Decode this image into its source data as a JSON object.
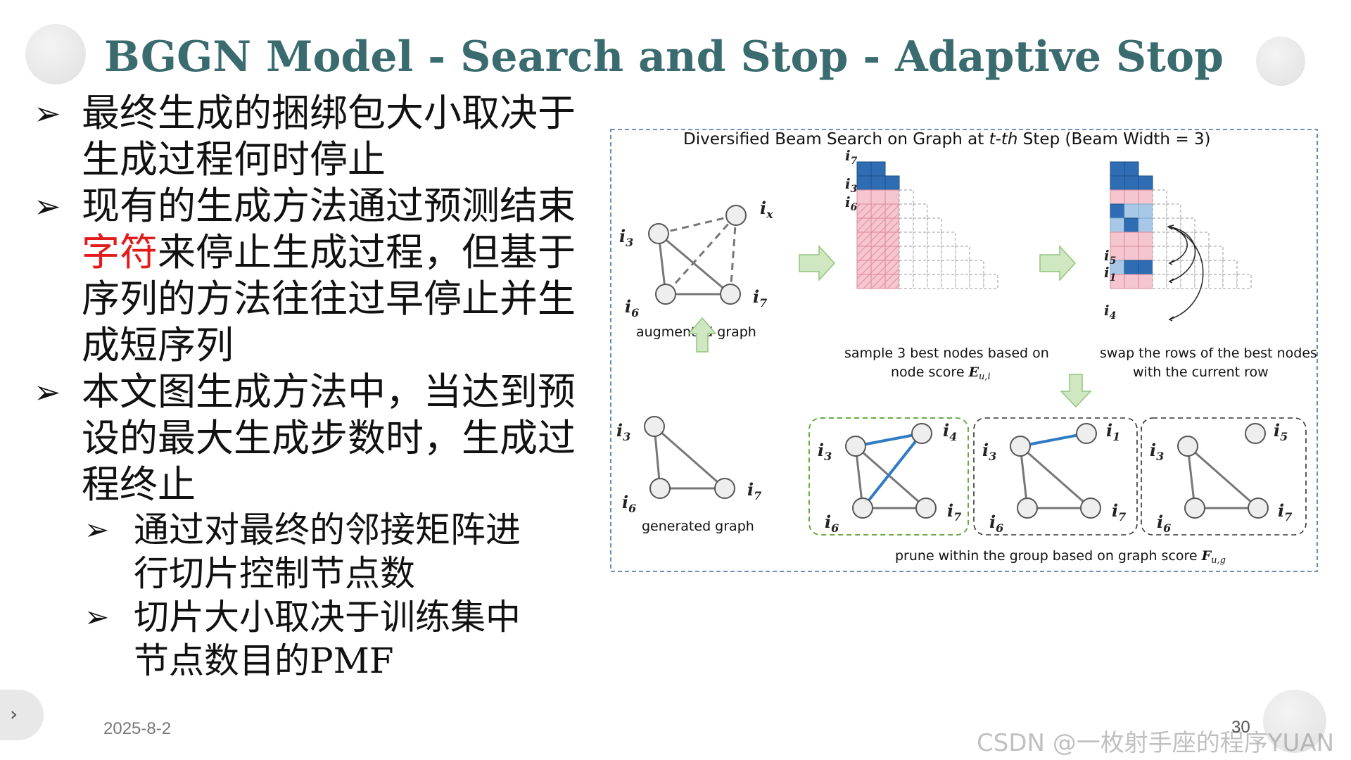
{
  "title": "BGGN Model - Search and Stop - Adaptive Stop",
  "bullets": [
    {
      "lines": [
        "最终生成的捆绑包大小取决于",
        "生成过程何时停止"
      ]
    },
    {
      "lines_pre": [
        "现有的生成方法通过预测结束"
      ],
      "red": "字符",
      "after_red": "来停止生成过程，但基于",
      "lines_post": [
        "序列的方法往往过早停止并生",
        "成短序列"
      ]
    },
    {
      "lines": [
        "本文图生成方法中，当达到预",
        "设的最大生成步数时，生成过",
        "程终止"
      ]
    }
  ],
  "sub_bullets": [
    {
      "lines": [
        "通过对最终的邻接矩阵进",
        "行切片控制节点数"
      ]
    },
    {
      "line1": "切片大小取决于训练集中",
      "line2_prefix": "节点数目的",
      "line2_latin": "PMF"
    }
  ],
  "arrow_glyph": "➢",
  "figure": {
    "header_pre": "Diversified Beam Search on Graph at ",
    "header_ital": "t-th",
    "header_post": " Step (Beam Width = 3)",
    "augmented_label": "augmented  graph",
    "generated_label": "generated graph",
    "sample_caption_1": "sample 3 best nodes based on",
    "sample_caption_2": "node score ",
    "swap_caption_1": "swap the rows of the best nodes",
    "swap_caption_2": "with the current row",
    "prune_caption": "prune within the group based on graph score ",
    "node_score_sym": "E",
    "node_score_sub": "u,i",
    "graph_score_sym": "F",
    "graph_score_sub": "u,g",
    "nodes": {
      "i3": "i3",
      "i6": "i6",
      "i7": "i7",
      "ix": "ix",
      "i4": "i4",
      "i1": "i1",
      "i5": "i5"
    }
  },
  "footer": {
    "date": "2025-8-2",
    "page": "30",
    "watermark": "CSDN @一枚射手座的程序YUAN"
  },
  "colors": {
    "title": "#3a6b6e",
    "red_text": "#e21b1b",
    "blue_cell": "#2e6db4",
    "light_blue_cell": "#a9c8e8",
    "pink_cell": "#f5c6cf",
    "hatch_pink": "#f0a3b3",
    "green_arrow": "#bfe0b0",
    "blue_edge": "#2f7bc4"
  }
}
